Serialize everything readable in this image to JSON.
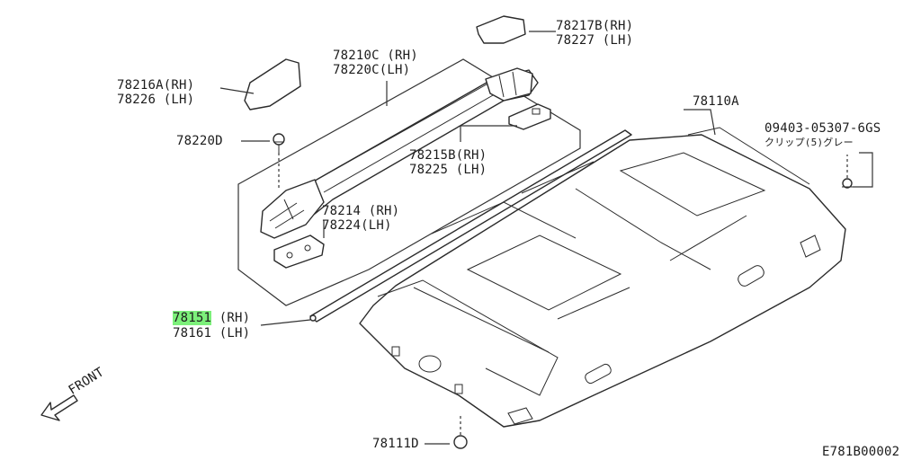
{
  "parts": {
    "p78217": {
      "rh": "78217B(RH)",
      "lh": "78227 (LH)"
    },
    "p78210": {
      "rh": "78210C (RH)",
      "lh": "78220C(LH)"
    },
    "p78216": {
      "rh": "78216A(RH)",
      "lh": "78226 (LH)"
    },
    "p78220d": {
      "code": "78220D"
    },
    "p78110a": {
      "code": "78110A"
    },
    "p09403": {
      "code": "09403-05307-6GS",
      "note": "クリップ(5)グレー"
    },
    "p78215": {
      "rh": "78215B(RH)",
      "lh": "78225 (LH)"
    },
    "p78214": {
      "rh": "78214 (RH)",
      "lh": "78224(LH)"
    },
    "p78151": {
      "code": "78151",
      "rh_suffix": " (RH)",
      "lh": "78161 (LH)"
    },
    "p78111": {
      "code": "78111D"
    },
    "front": {
      "label": "FRONT"
    },
    "diagram_id": "E781B00002"
  },
  "colors": {
    "highlight": "#7cf07a",
    "line": "#333333"
  },
  "icons": [
    "front-arrow-icon"
  ]
}
